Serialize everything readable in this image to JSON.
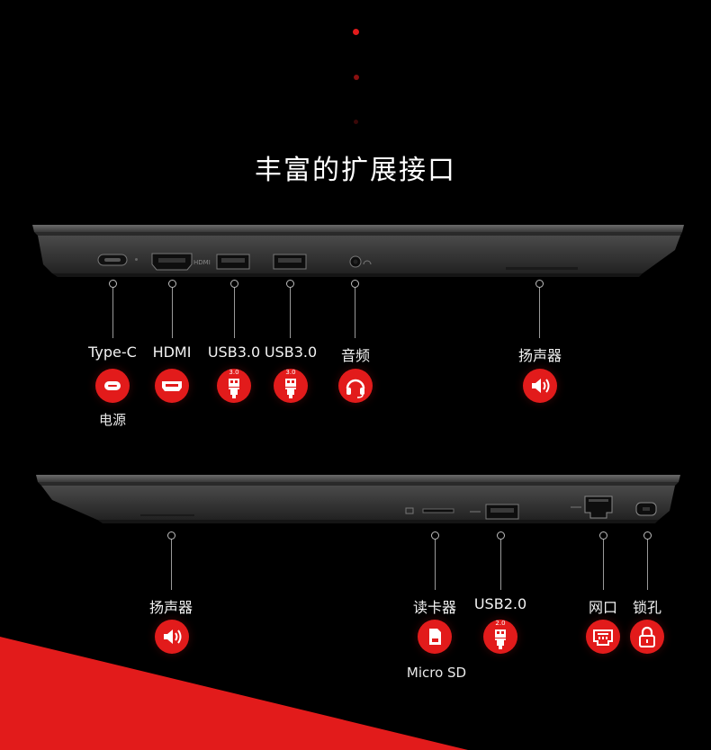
{
  "heading": "丰富的扩展接口",
  "top_ports": {
    "type_c": "Type-C",
    "type_c_sub": "电源",
    "hdmi": "HDMI",
    "usb30_a": "USB3.0",
    "usb30_b": "USB3.0",
    "usb_badge_text": "3.0",
    "audio": "音频",
    "speaker": "扬声器",
    "hdmi_port_print": "HDMI"
  },
  "bottom_ports": {
    "speaker": "扬声器",
    "card_reader": "读卡器",
    "card_reader_sub": "Micro SD",
    "usb20": "USB2.0",
    "usb_badge_text": "2.0",
    "network": "网口",
    "lock": "锁孔"
  },
  "colors": {
    "accent": "#e21b1b",
    "background": "#000000",
    "chassis": "#3a3a3a"
  }
}
